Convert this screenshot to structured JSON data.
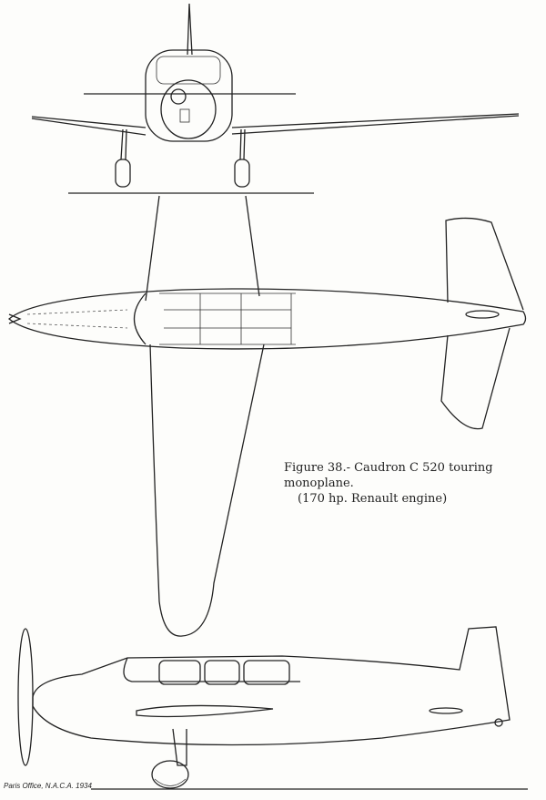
{
  "caption": {
    "line1": "Figure 38.- Caudron C 520 touring monoplane.",
    "line2": "(170 hp. Renault engine)"
  },
  "credit": "Paris Office, N.A.C.A. 1934"
}
